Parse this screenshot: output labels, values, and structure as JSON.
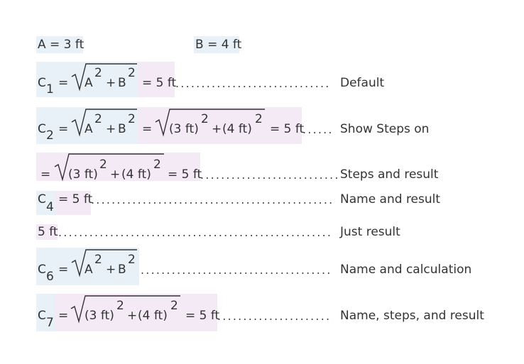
{
  "vars": {
    "a": "A = 3 ft",
    "b": "B = 4 ft"
  },
  "sym": {
    "C": "C",
    "eq": "=",
    "A": "A",
    "B": "B",
    "plus": "+",
    "two": "2",
    "open3": "(3 ft)",
    "open4": "(4 ft)",
    "result": "= 5 ft",
    "five": "5 ft",
    "eq5": "= 5 ft"
  },
  "rows": [
    {
      "sub": "1",
      "label": "Default"
    },
    {
      "sub": "2",
      "label": "Show Steps on"
    },
    {
      "sub": "",
      "label": "Steps and result"
    },
    {
      "sub": "4",
      "label": "Name and result"
    },
    {
      "sub": "",
      "label": "Just result"
    },
    {
      "sub": "6",
      "label": "Name and calculation"
    },
    {
      "sub": "7",
      "label": "Name, steps, and result"
    }
  ],
  "colors": {
    "highlight_blue": "#e8f1f8",
    "highlight_purple": "#f3eaf6"
  }
}
